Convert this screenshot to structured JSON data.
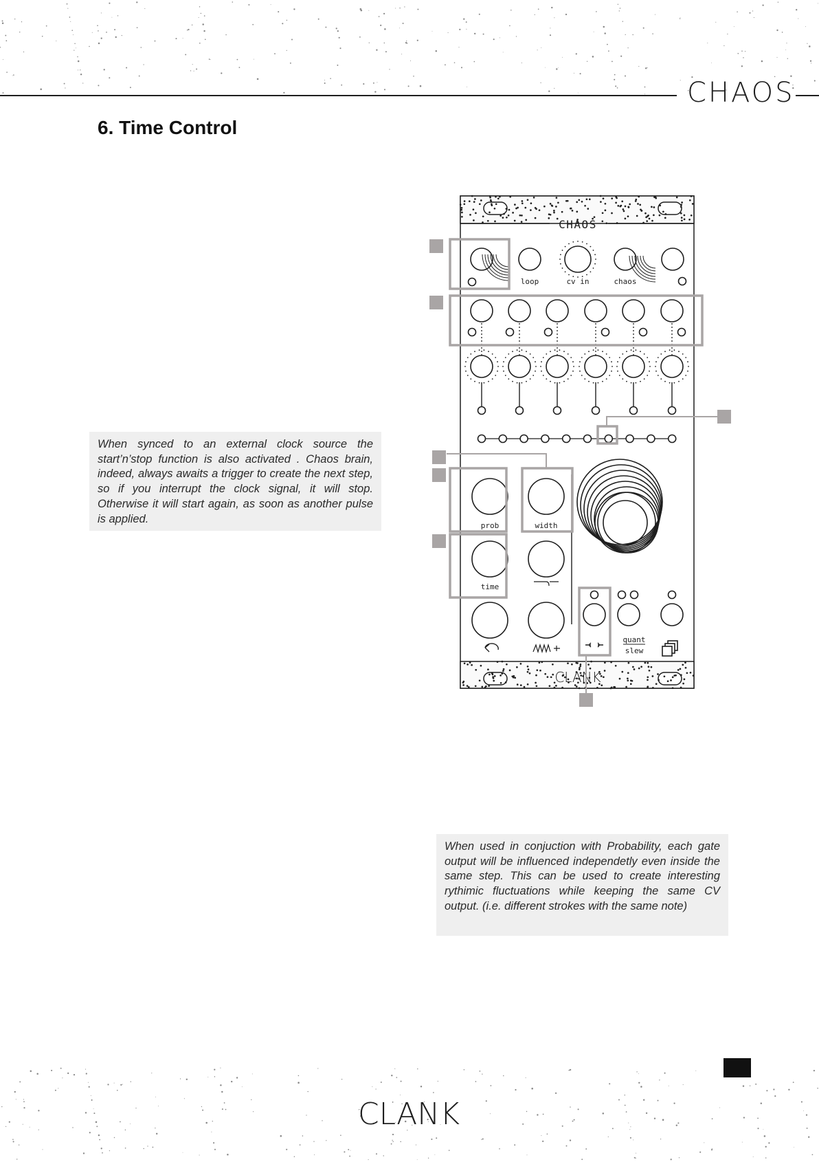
{
  "header": {
    "module_name": "CHAOS"
  },
  "section": {
    "title": "6. Time Control"
  },
  "notes": [
    {
      "text": "When synced to an external clock source the start’n’stop function is also activated . Chaos brain, indeed, always awaits a trigger to create the next step, so if you interrupt the clock signal, it will stop. Otherwise it will start again, as soon as another pulse is applied."
    },
    {
      "text": "When used in conjuction with Probability, each gate output will be influenced independetly even inside the same step. This can be used to create interesting rythimic fluctuations while keeping the same CV output. (i.e. different strokes with the same note)"
    }
  ],
  "panel": {
    "title": "CHAOS",
    "brand": "CLANK",
    "labels": {
      "loop": "loop",
      "cv_in": "cv in",
      "chaos": "chaos",
      "prob": "prob",
      "width": "width",
      "time": "time",
      "quant": "quant",
      "slew": "slew"
    },
    "highlight_color": "#a9a5a5"
  },
  "footer": {
    "logo": "CLANK"
  }
}
